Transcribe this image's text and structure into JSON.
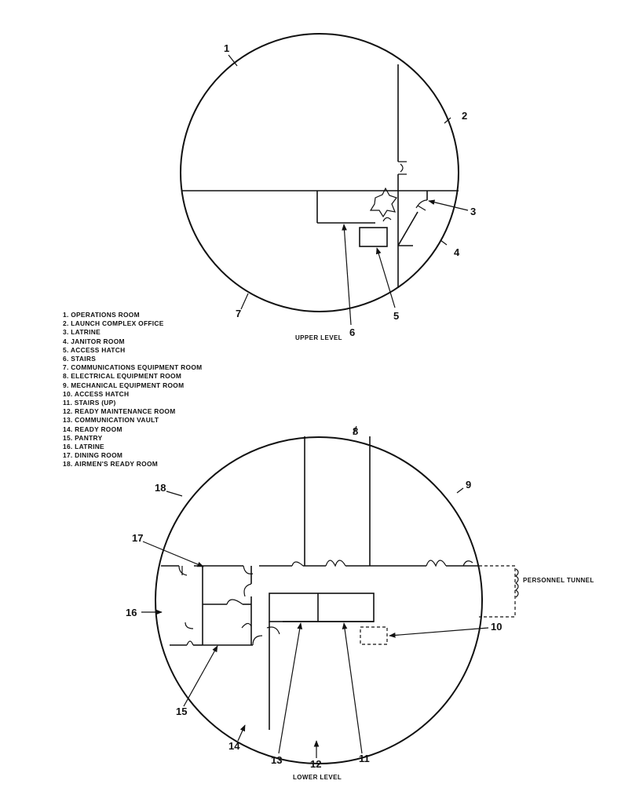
{
  "upper_level": {
    "caption": "UPPER LEVEL",
    "callouts": [
      "1",
      "2",
      "3",
      "4",
      "5",
      "6",
      "7"
    ]
  },
  "lower_level": {
    "caption": "LOWER LEVEL",
    "tunnel_label": "PERSONNEL TUNNEL",
    "callouts": [
      "8",
      "9",
      "10",
      "11",
      "12",
      "13",
      "14",
      "15",
      "16",
      "17",
      "18"
    ]
  },
  "legend": [
    "1. OPERATIONS ROOM",
    "2. LAUNCH COMPLEX OFFICE",
    "3. LATRINE",
    "4. JANITOR ROOM",
    "5. ACCESS HATCH",
    "6. STAIRS",
    "7. COMMUNICATIONS EQUIPMENT ROOM",
    "8. ELECTRICAL EQUIPMENT ROOM",
    "9. MECHANICAL EQUIPMENT ROOM",
    "10. ACCESS HATCH",
    "11. STAIRS (UP)",
    "12. READY MAINTENANCE ROOM",
    "13. COMMUNICATION VAULT",
    "14. READY ROOM",
    "15. PANTRY",
    "16. LATRINE",
    "17. DINING ROOM",
    "18. AIRMEN'S READY ROOM"
  ]
}
